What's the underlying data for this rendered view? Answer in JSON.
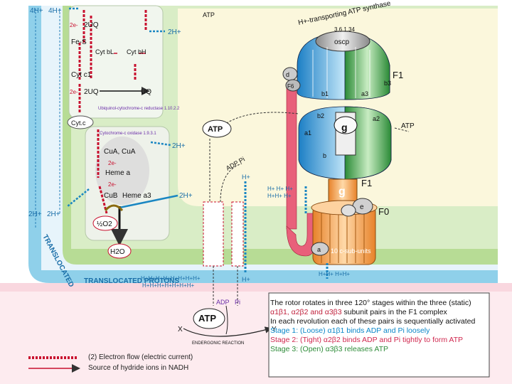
{
  "labels": {
    "synthase_title": "H+-transporting ATP synthase",
    "synthase_ec": "3.6.1.34",
    "oscp": "oscp",
    "f1": "F1",
    "f1_lower": "F1",
    "f0": "F0",
    "g_upper": "g",
    "g_lower": "g",
    "c_subunits": "10 c-sub-units",
    "sub_a1": "a1",
    "sub_a2": "a2",
    "sub_a3": "a3",
    "sub_b1": "b1",
    "sub_b2": "b2",
    "sub_b3": "b3",
    "sub_d": "d",
    "sub_F6": "F6",
    "sub_e": "e",
    "sub_a": "a",
    "sub_b": "b",
    "atp_bubble_top": "ATP",
    "atp_bubble_bottom": "ATP",
    "atp_right": "ATP",
    "atp_top_left": "ATP",
    "adp_pi": "ADP Pi",
    "adp_bottom": "ADP",
    "pi_bottom": "Pi",
    "endergonic": "ENDERGONIC REACTION",
    "x_label": "X",
    "y_label": "Y",
    "translocated": "TRANSLOCATED PROTONS",
    "hplus_row": "H+H+H+H+H+H+H+H+",
    "hplus_row2": "H+H+H+H+H+H+H+",
    "h_plus": "H+",
    "h_plus_bottom": "H+",
    "cluster_upper": "H+ H+ H+",
    "cluster_lower": "H+H+ H+",
    "cluster_bottom": "H+H+ H+H+",
    "two_h_top1": "4H+",
    "two_h_top2": "4H+",
    "two_h_complex3": "2H+",
    "two_h_complex4": "2H+",
    "two_h_mid": "2H+",
    "two_h_left1": "2H+",
    "two_h_left2": "2H+",
    "fe_s": "Fe-S",
    "cyt_c1": "Cyt c1",
    "cyt_bl": "Cyt bL",
    "cyt_bh": "Cyt bH",
    "uq_top": "2UQ",
    "uq_bottom": "2UQ",
    "uq_right": "UQ",
    "cyt_c": "Cyt.c",
    "ubiquinol_note": "Ubiquinol-cytochrome-c reductase 1.10.2.2",
    "oxidase_note": "Cytochrome-c oxidase 1.9.3.1",
    "cu_ab": "CuA, CuA",
    "heme_a": "Heme a",
    "cu_b": "CuB",
    "heme_a3": "Heme a3",
    "half_o2": "½O2",
    "h2o": "H2O",
    "e_2": "2e-"
  },
  "info": {
    "line1": "The rotor rotates in three 120° stages within the three (static)",
    "line2_pre": "α1β1, α2β2 and α3β3",
    "line2_post": " subunit pairs in the F1 complex",
    "line3": "In each revolution each of these pairs is sequentially activated",
    "stage1": "Stage 1: (Loose)  α1β1 binds ADP and Pi loosely",
    "stage2": "Stage 2: (Tight)  α2β2 binds ADP and Pi tightly to form ATP",
    "stage3": "Stage 3: (Open)  α3β3 releases ATP"
  },
  "legend": {
    "electron_flow": "(2) Electron flow  (electric current)",
    "hydride": "Source of hydride ions in NADH"
  },
  "colors": {
    "outer_membrane": "#8fd0ea",
    "inner_space": "#e3f2fa",
    "matrix": "#d7ecc0",
    "electron": "#c8102e",
    "blue_subunit": "#2f98d8",
    "green_subunit": "#3fa34d",
    "orange_subunit": "#f29a3a",
    "pink_bg": "#fbe3e9"
  }
}
